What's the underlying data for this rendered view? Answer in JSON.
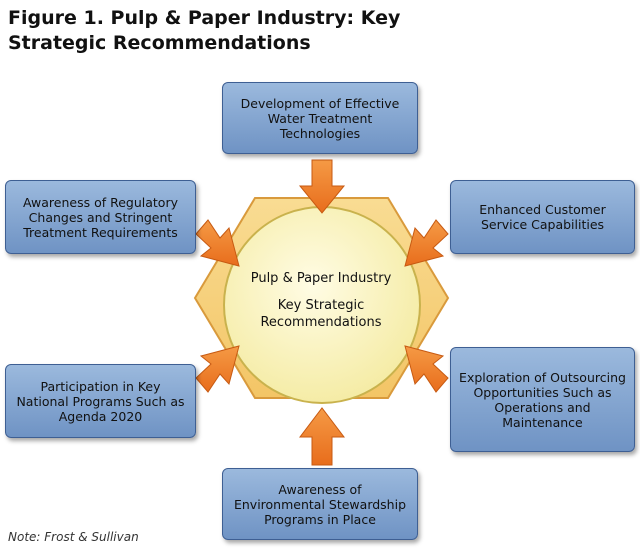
{
  "title": "Figure 1. Pulp & Paper Industry: Key Strategic Recommendations",
  "center": {
    "title": "Pulp & Paper Industry",
    "subtitle": "Key Strategic Recommendations"
  },
  "recommendations": [
    "Development of Effective Water Treatment Technologies",
    "Awareness of Regulatory Changes and Stringent Treatment Requirements",
    "Enhanced Customer Service Capabilities",
    "Participation in Key National Programs Such as Agenda 2020",
    "Exploration of Outsourcing Opportunities Such as Operations and Maintenance",
    "Awareness of Environmental Stewardship Programs in Place"
  ],
  "note": "Note: Frost & Sullivan",
  "colors": {
    "box_fill": "#86a7d2",
    "box_border": "#3e5f93",
    "hexagon_fill": "#f8d480",
    "hexagon_border": "#e0a440",
    "circle_fill": "#fbf6c6",
    "arrow_fill": "#f07f2a"
  }
}
